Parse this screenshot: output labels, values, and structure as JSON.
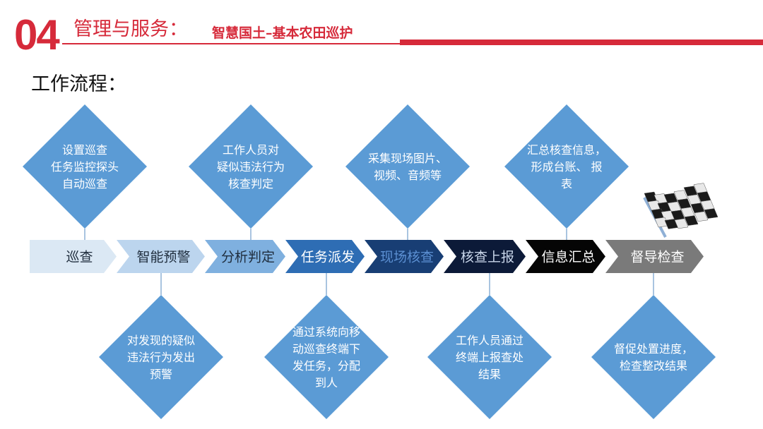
{
  "header": {
    "number": "04",
    "title": "管理与服务：",
    "subtitle": "智慧国土–基本农田巡护",
    "accent_color": "#d62a3a"
  },
  "section_label": "工作流程：",
  "steps": [
    {
      "label": "巡查",
      "fill": "#dbe8f4",
      "text_color": "#1f2d3d"
    },
    {
      "label": "智能预警",
      "fill": "#bcd5ee",
      "text_color": "#1f2d3d"
    },
    {
      "label": "分析判定",
      "fill": "#7fb0df",
      "text_color": "#1f2d3d"
    },
    {
      "label": "任务派发",
      "fill": "#2e6db4",
      "text_color": "#ffffff"
    },
    {
      "label": "现场核查",
      "fill": "#183e74",
      "text_color": "#5b8fd2"
    },
    {
      "label": "核查上报",
      "fill": "#0c1a38",
      "text_color": "#c9d6ea"
    },
    {
      "label": "信息汇总",
      "fill": "#050505",
      "text_color": "#ffffff"
    },
    {
      "label": "督导检查",
      "fill": "#7a7a7a",
      "text_color": "#ffffff"
    }
  ],
  "diamonds_top": [
    {
      "lines": [
        "设置巡查",
        "任务监控探头",
        "自动巡查"
      ]
    },
    {
      "lines": [
        "工作人员对",
        "疑似违法行为",
        "核查判定"
      ]
    },
    {
      "lines": [
        "采集现场图片、",
        "视频、音频等"
      ]
    },
    {
      "lines": [
        "汇总核查信息，",
        "形成台账、 报",
        "表"
      ]
    }
  ],
  "diamonds_bottom": [
    {
      "lines": [
        "对发现的疑似",
        "违法行为发出",
        "预警"
      ]
    },
    {
      "lines": [
        "通过系统向移",
        "动巡查终端下",
        "发任务，分配",
        "到人"
      ]
    },
    {
      "lines": [
        "工作人员通过",
        "终端上报查处",
        "结果"
      ]
    },
    {
      "lines": [
        "督促处置进度，",
        "检查整改结果"
      ]
    }
  ],
  "diamond_color": "#5b9bd5",
  "icons": [
    "checkered-flag-icon"
  ]
}
